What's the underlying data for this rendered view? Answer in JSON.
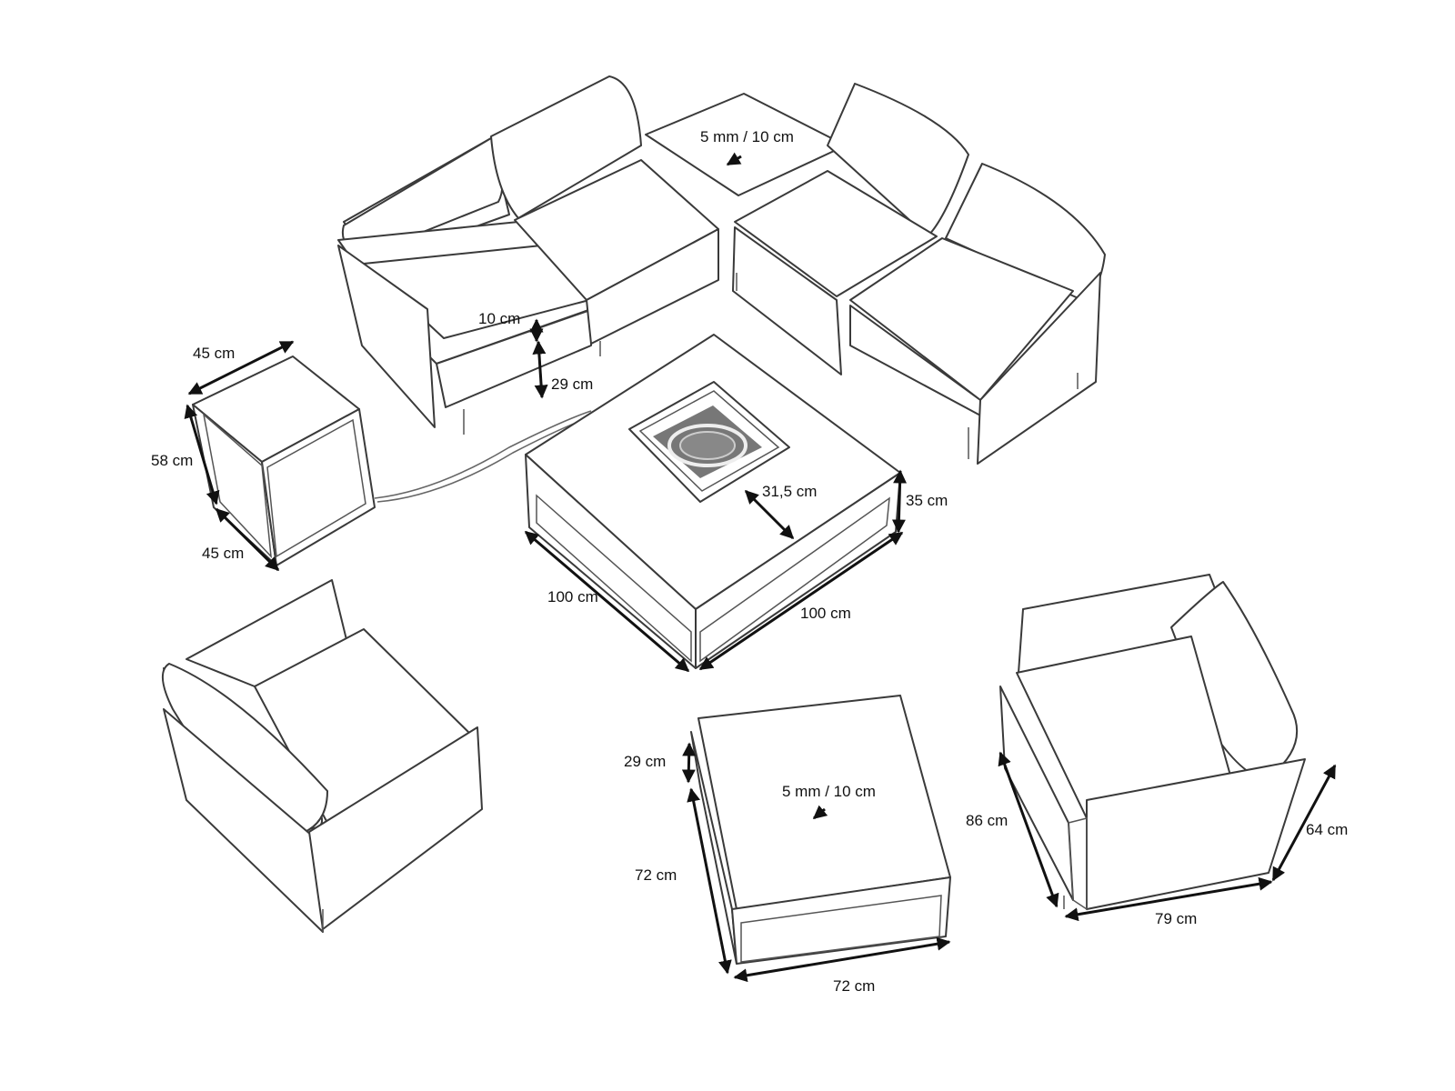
{
  "dimensions": {
    "sofa_thickness": "5 mm / 10 cm",
    "sofa_cushion": "10 cm",
    "sofa_seat_height": "29 cm",
    "side_table_top": "45 cm",
    "side_table_height": "58 cm",
    "side_table_depth": "45 cm",
    "firepit_inset": "31,5 cm",
    "firepit_height": "35 cm",
    "firepit_width": "100 cm",
    "firepit_depth": "100 cm",
    "ottoman_cushion": "29 cm",
    "ottoman_thickness": "5 mm / 10 cm",
    "ottoman_depth": "72 cm",
    "ottoman_width": "72 cm",
    "chair_height": "86 cm",
    "chair_depth": "64 cm",
    "chair_width": "79 cm"
  },
  "colors": {
    "outline": "#3a3a3a",
    "dimension": "#111111",
    "background": "#ffffff"
  }
}
